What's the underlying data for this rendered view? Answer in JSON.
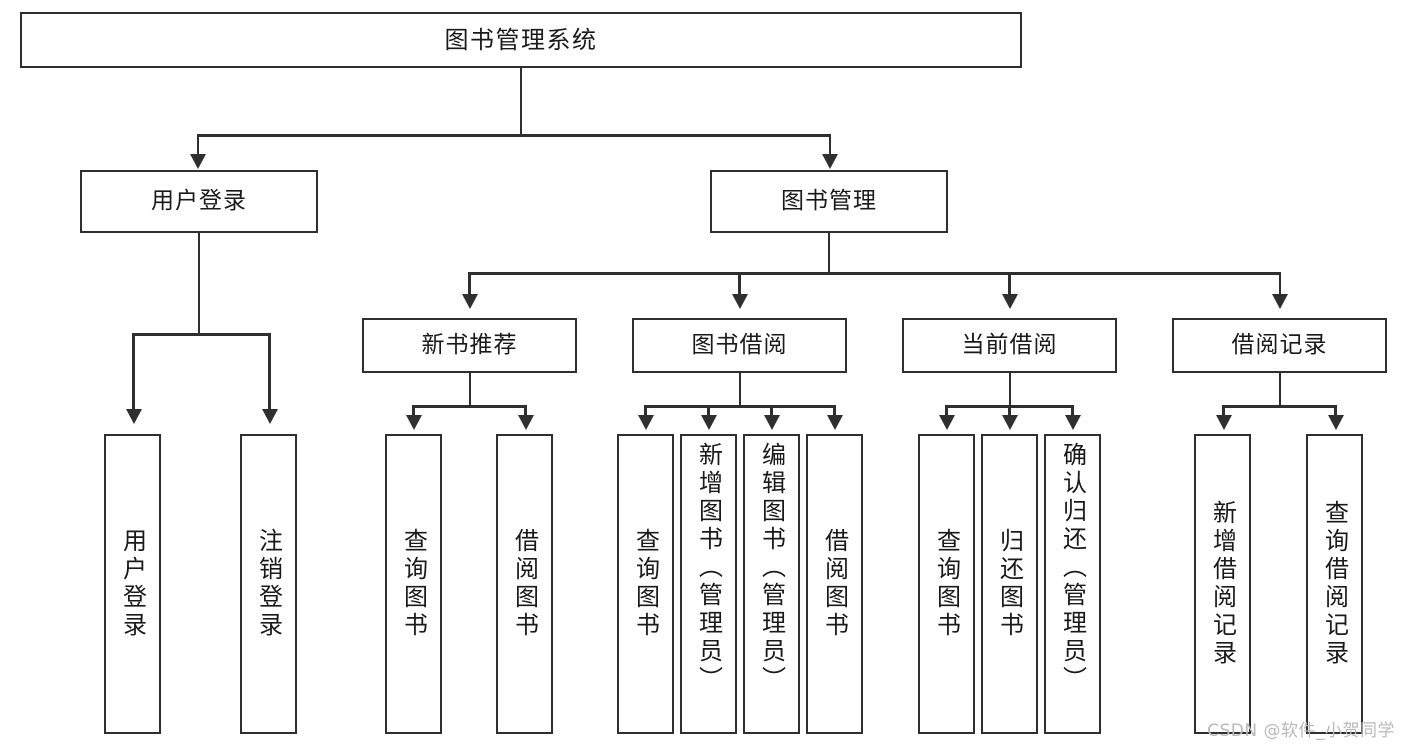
{
  "diagram": {
    "type": "tree",
    "title": "图书管理系统",
    "watermark": "CSDN @软件_小贺同学",
    "colors": {
      "stroke": "#2f2f2f",
      "fill": "#ffffff",
      "text": "#1a1a1a",
      "watermark": "#b9b9b9"
    },
    "root": {
      "label": "图书管理系统"
    },
    "level1": [
      {
        "label": "用户登录"
      },
      {
        "label": "图书管理"
      }
    ],
    "level2": [
      {
        "label": "新书推荐"
      },
      {
        "label": "图书借阅"
      },
      {
        "label": "当前借阅"
      },
      {
        "label": "借阅记录"
      }
    ],
    "leaves": {
      "user_login": [
        {
          "label": "用户登录"
        },
        {
          "label": "注销登录"
        }
      ],
      "new_book": [
        {
          "label": "查询图书"
        },
        {
          "label": "借阅图书"
        }
      ],
      "borrow_book": [
        {
          "label": "查询图书"
        },
        {
          "label": "新增图书（管理员）"
        },
        {
          "label": "编辑图书（管理员）"
        },
        {
          "label": "借阅图书"
        }
      ],
      "current_borrow": [
        {
          "label": "查询图书"
        },
        {
          "label": "归还图书"
        },
        {
          "label": "确认归还（管理员）"
        }
      ],
      "borrow_record": [
        {
          "label": "新增借阅记录"
        },
        {
          "label": "查询借阅记录"
        }
      ]
    }
  }
}
